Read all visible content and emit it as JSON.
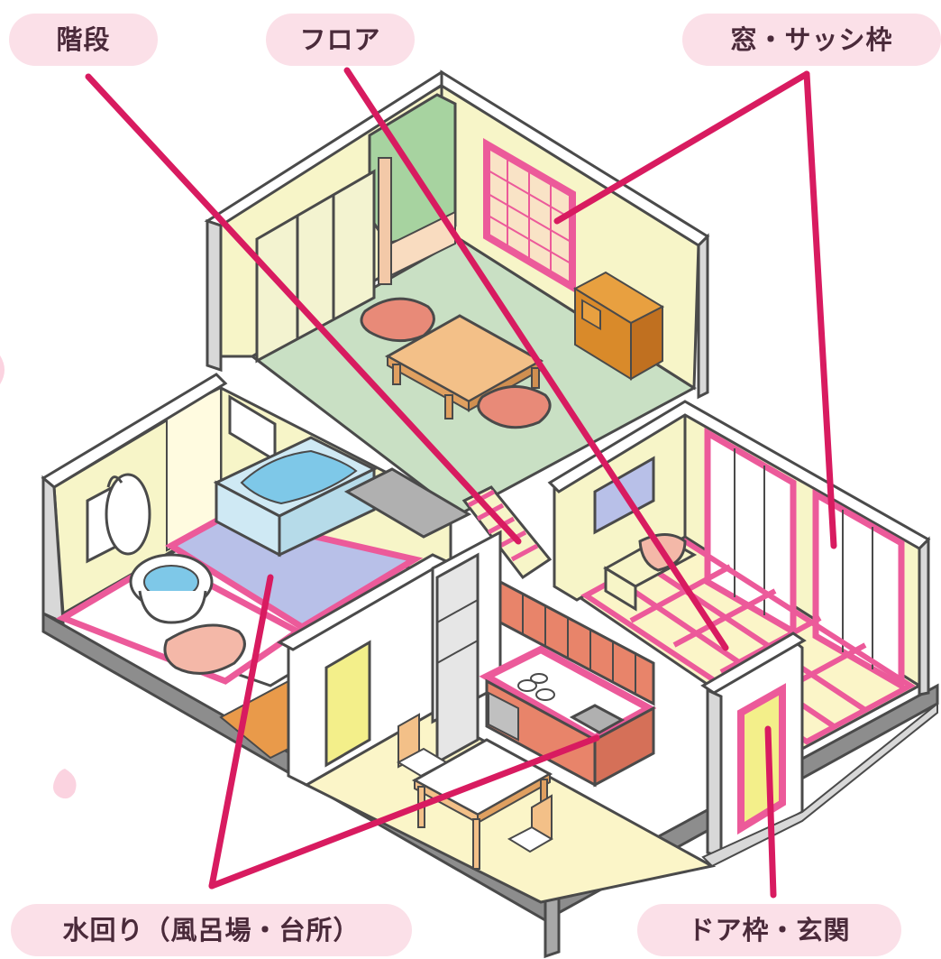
{
  "labels": {
    "stairs": "階段",
    "floor": "フロア",
    "window_sash": "窓・サッシ枠",
    "water_area": "水回り（風呂場・台所）",
    "door_frame_entrance": "ドア枠・玄関"
  },
  "colors": {
    "label_bg": "#fbe0e8",
    "label_text": "#4a2a3a",
    "leader_line": "#d81b60",
    "highlight_frame": "#ec5a9a",
    "wall_cream": "#f7f5c8",
    "floor_green": "#c9e0c4",
    "outline": "#4a4a4a"
  }
}
